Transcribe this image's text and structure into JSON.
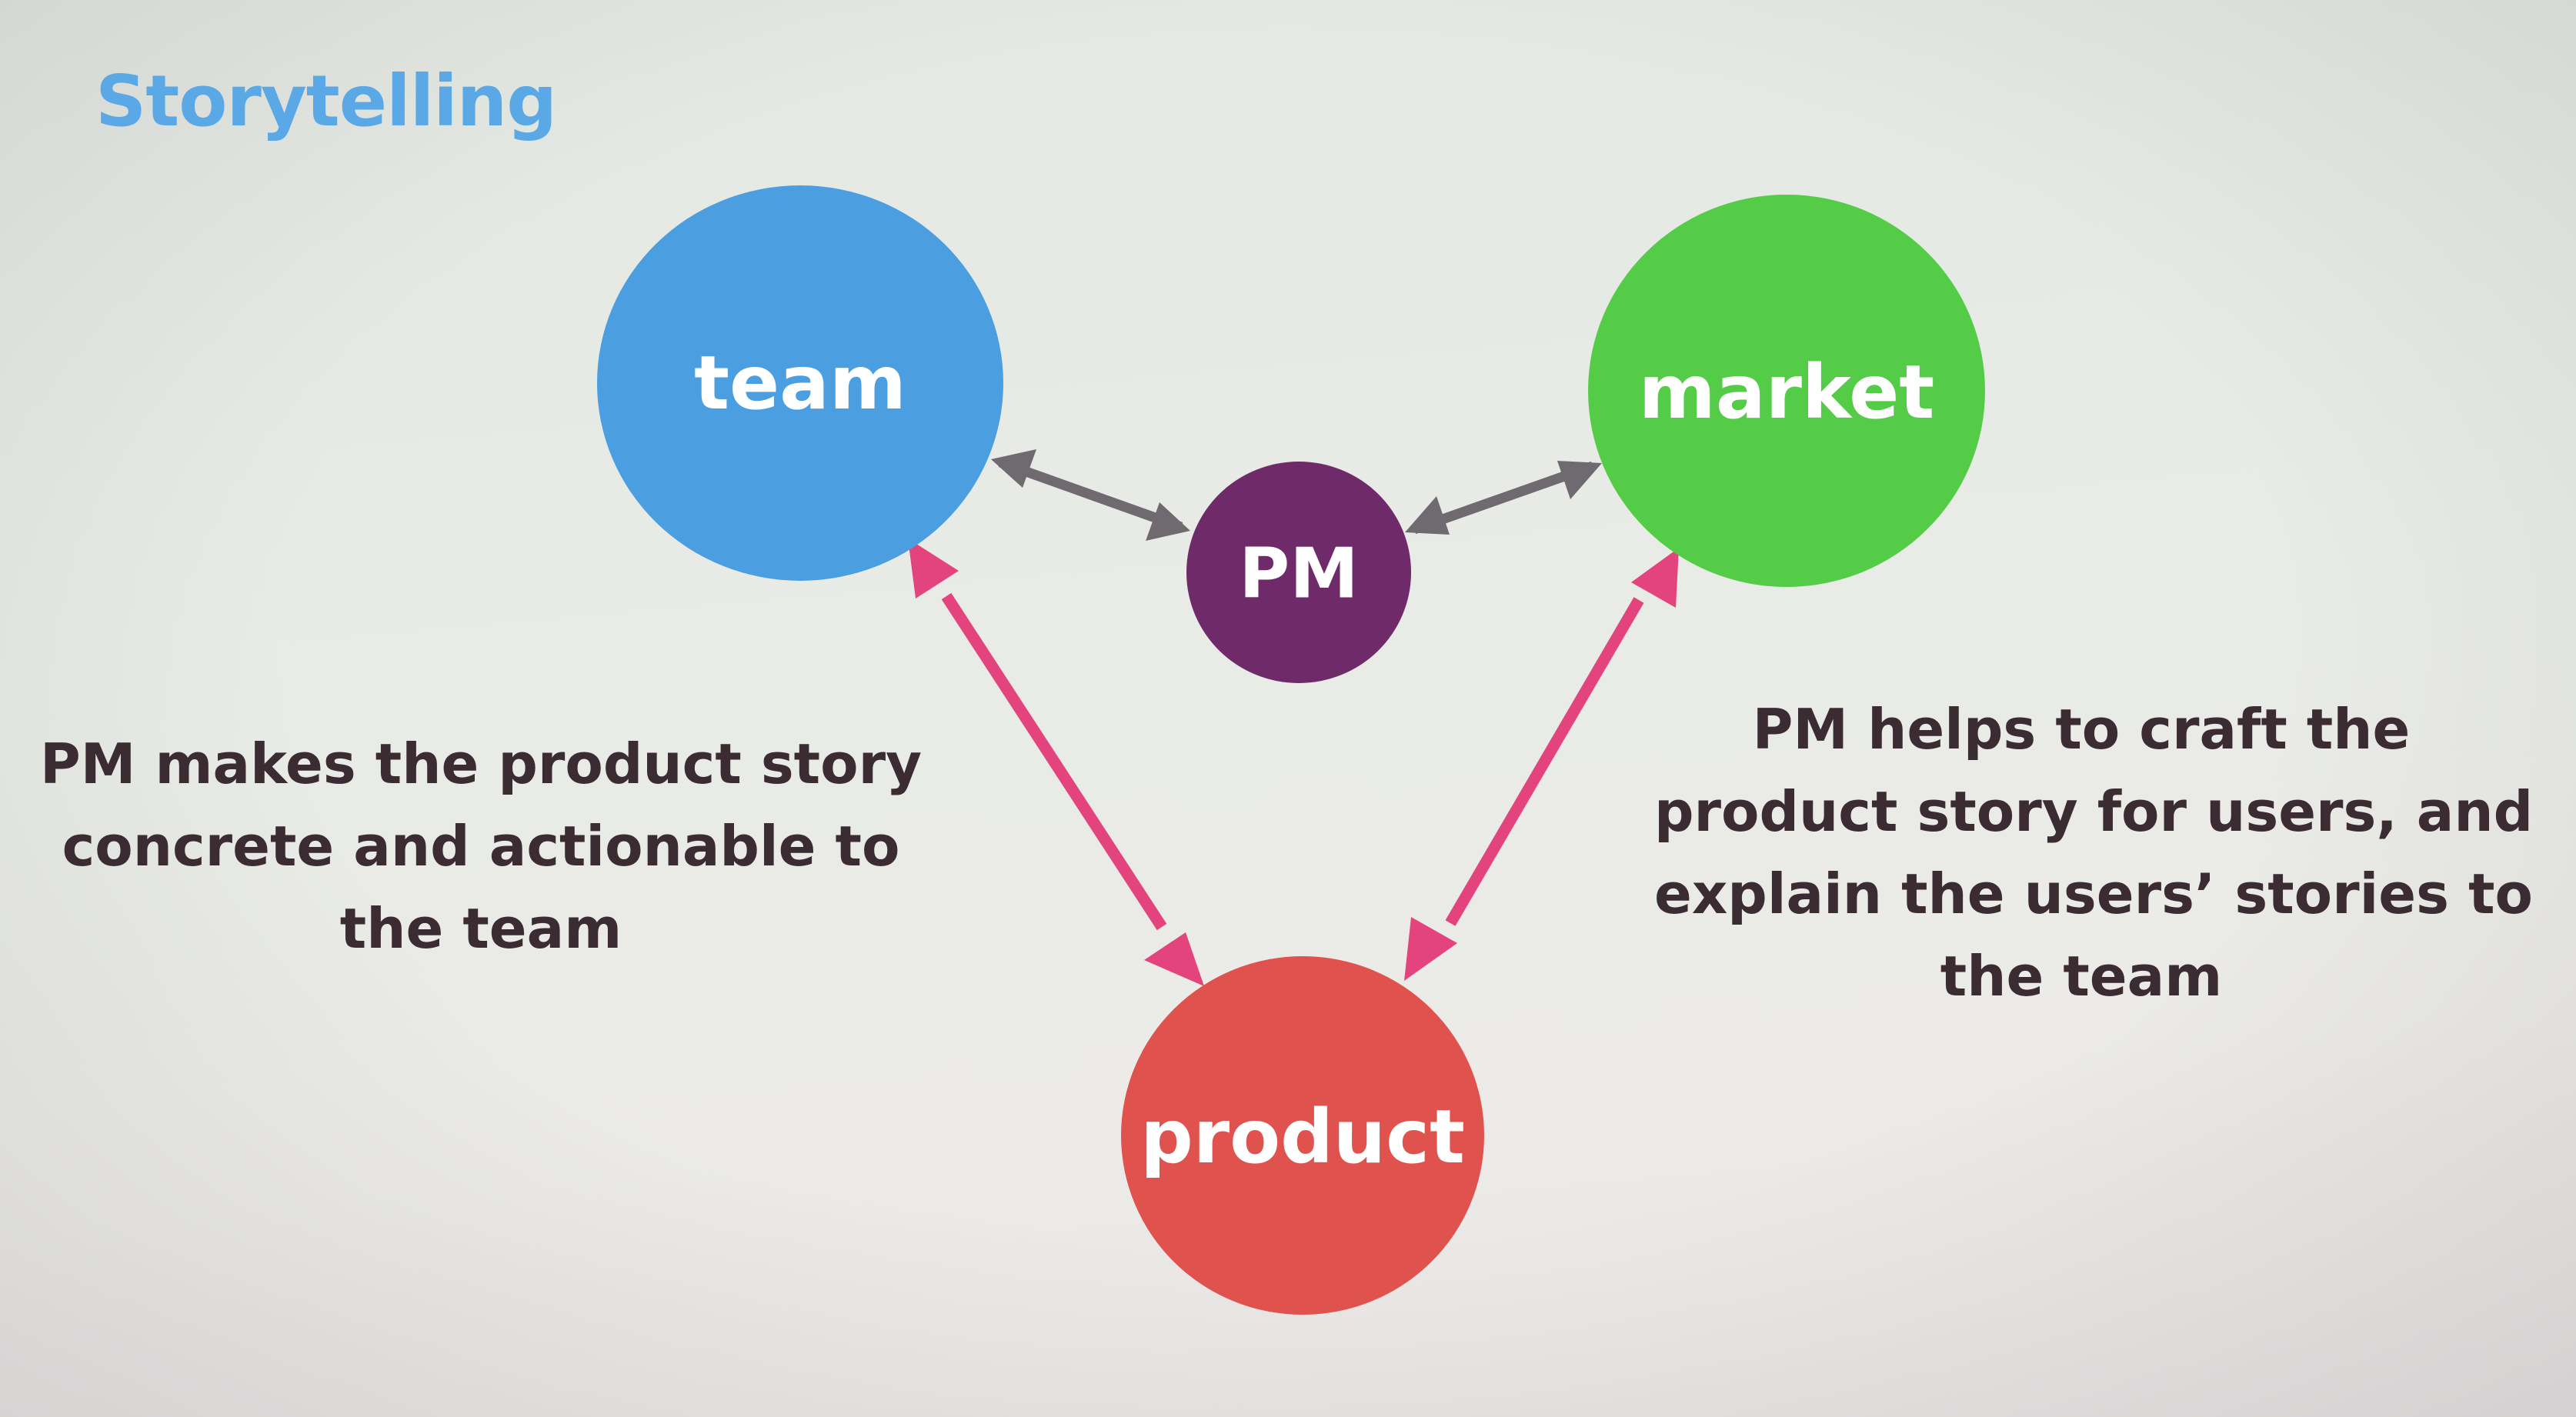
{
  "title": "Storytelling",
  "colors": {
    "title": "#5aa8e6",
    "team": "#4b9fe1",
    "market": "#55cc48",
    "pm": "#6e2a69",
    "product": "#e0524d",
    "pm_arrows": "#6f6a70",
    "product_arrows": "#e4447e",
    "node_text": "#ffffff",
    "caption_text": "#3b2c33"
  },
  "nodes": {
    "team": "team",
    "market": "market",
    "pm": "PM",
    "product": "product"
  },
  "captions": {
    "left": [
      "PM makes the product story",
      "concrete and actionable to",
      "the team"
    ],
    "right": [
      "PM helps to craft the",
      "product story for users, and",
      "explain the users’ stories to",
      "the team"
    ]
  }
}
